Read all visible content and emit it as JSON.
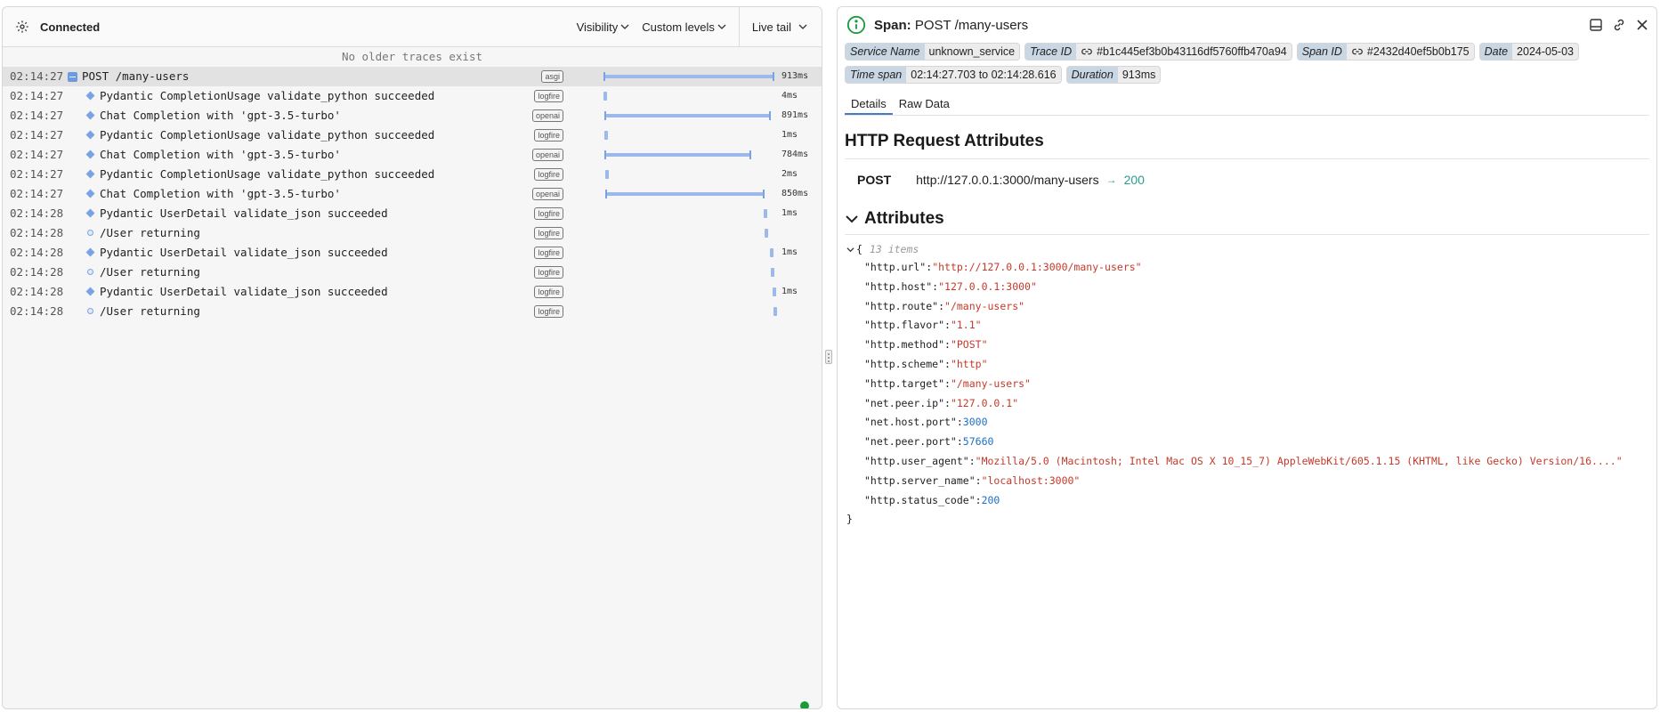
{
  "left": {
    "connection_label": "Connected",
    "visibility_label": "Visibility",
    "custom_levels_label": "Custom levels",
    "live_tail_label": "Live tail",
    "no_older": "No older traces exist",
    "rows": [
      {
        "time": "02:14:27",
        "name": "POST /many-users",
        "tag": "asgi",
        "duration": "913ms",
        "level": "root"
      },
      {
        "time": "02:14:27",
        "name": "Pydantic CompletionUsage validate_python succeeded",
        "tag": "logfire",
        "duration": "4ms",
        "level": "diamond"
      },
      {
        "time": "02:14:27",
        "name": "Chat Completion with 'gpt-3.5-turbo'",
        "tag": "openai",
        "duration": "891ms",
        "level": "diamond"
      },
      {
        "time": "02:14:27",
        "name": "Pydantic CompletionUsage validate_python succeeded",
        "tag": "logfire",
        "duration": "1ms",
        "level": "diamond"
      },
      {
        "time": "02:14:27",
        "name": "Chat Completion with 'gpt-3.5-turbo'",
        "tag": "openai",
        "duration": "784ms",
        "level": "diamond"
      },
      {
        "time": "02:14:27",
        "name": "Pydantic CompletionUsage validate_python succeeded",
        "tag": "logfire",
        "duration": "2ms",
        "level": "diamond"
      },
      {
        "time": "02:14:27",
        "name": "Chat Completion with 'gpt-3.5-turbo'",
        "tag": "openai",
        "duration": "850ms",
        "level": "diamond"
      },
      {
        "time": "02:14:28",
        "name": "Pydantic UserDetail validate_json succeeded",
        "tag": "logfire",
        "duration": "1ms",
        "level": "diamond"
      },
      {
        "time": "02:14:28",
        "name": "/User returning",
        "tag": "logfire",
        "duration": "",
        "level": "dot"
      },
      {
        "time": "02:14:28",
        "name": "Pydantic UserDetail validate_json succeeded",
        "tag": "logfire",
        "duration": "1ms",
        "level": "diamond"
      },
      {
        "time": "02:14:28",
        "name": "/User returning",
        "tag": "logfire",
        "duration": "",
        "level": "dot"
      },
      {
        "time": "02:14:28",
        "name": "Pydantic UserDetail validate_json succeeded",
        "tag": "logfire",
        "duration": "1ms",
        "level": "diamond"
      },
      {
        "time": "02:14:28",
        "name": "/User returning",
        "tag": "logfire",
        "duration": "",
        "level": "dot"
      }
    ]
  },
  "right": {
    "span_prefix": "Span:",
    "span_name": "POST /many-users",
    "badges": {
      "service_name_label": "Service Name",
      "service_name": "unknown_service",
      "trace_id_label": "Trace ID",
      "trace_id": "#b1c445ef3b0b43116df5760ffb470a94",
      "span_id_label": "Span ID",
      "span_id": "#2432d40ef5b0b175",
      "date_label": "Date",
      "date": "2024-05-03",
      "time_span_label": "Time span",
      "time_span": "02:14:27.703 to 02:14:28.616",
      "duration_label": "Duration",
      "duration": "913ms"
    },
    "tabs": [
      "Details",
      "Raw Data"
    ],
    "http_title": "HTTP Request Attributes",
    "http": {
      "method": "POST",
      "url": "http://127.0.0.1:3000/many-users",
      "arrow": "→",
      "status": "200"
    },
    "attributes_title": "Attributes",
    "json_open": "{",
    "json_count": "13 items",
    "json_close": "}",
    "attributes": [
      {
        "key": "\"http.url\"",
        "value": "\"http://127.0.0.1:3000/many-users\"",
        "type": "str"
      },
      {
        "key": "\"http.host\"",
        "value": "\"127.0.0.1:3000\"",
        "type": "str"
      },
      {
        "key": "\"http.route\"",
        "value": "\"/many-users\"",
        "type": "str"
      },
      {
        "key": "\"http.flavor\"",
        "value": "\"1.1\"",
        "type": "str"
      },
      {
        "key": "\"http.method\"",
        "value": "\"POST\"",
        "type": "str"
      },
      {
        "key": "\"http.scheme\"",
        "value": "\"http\"",
        "type": "str"
      },
      {
        "key": "\"http.target\"",
        "value": "\"/many-users\"",
        "type": "str"
      },
      {
        "key": "\"net.peer.ip\"",
        "value": "\"127.0.0.1\"",
        "type": "str"
      },
      {
        "key": "\"net.host.port\"",
        "value": "3000",
        "type": "num"
      },
      {
        "key": "\"net.peer.port\"",
        "value": "57660",
        "type": "num"
      },
      {
        "key": "\"http.user_agent\"",
        "value": "\"Mozilla/5.0 (Macintosh; Intel Mac OS X 10_15_7) AppleWebKit/605.1.15 (KHTML, like Gecko) Version/16....\"",
        "type": "str"
      },
      {
        "key": "\"http.server_name\"",
        "value": "\"localhost:3000\"",
        "type": "str"
      },
      {
        "key": "\"http.status_code\"",
        "value": "200",
        "type": "num"
      }
    ]
  },
  "colors": {
    "accent": "#4a78c8",
    "bar": "#9bb9ea",
    "success": "#2a9d8f",
    "string": "#c43a2a",
    "number": "#1e6fc4",
    "status_dot": "#1a9b3c"
  }
}
